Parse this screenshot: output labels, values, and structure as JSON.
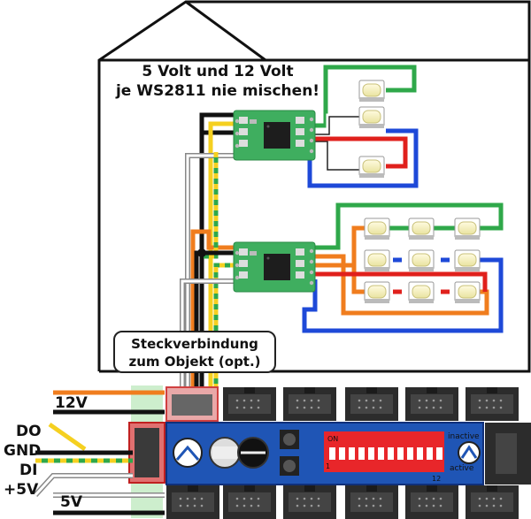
{
  "warning_note": {
    "line1": "5 Volt und 12 Volt",
    "line2": "je WS2811 nie mischen!"
  },
  "connector_callout": {
    "line1": "Steckverbindung",
    "line2": "zum Objekt (opt.)"
  },
  "power_labels": {
    "v12": "12V",
    "v5": "5V"
  },
  "signal_labels": {
    "do": "DO",
    "gnd": "GND",
    "di": "DI",
    "plus5v": "+5V"
  },
  "board_silk": {
    "on": "ON",
    "one": "1",
    "twelve": "12",
    "inactive": "inactive",
    "active": "active"
  },
  "colors": {
    "board_blue": "#1f55b5",
    "connector_dark": "#3a3a3a",
    "connector_highlight": "#e07070",
    "dip_red": "#e8262a",
    "wire_green": "#2fa84a",
    "wire_red": "#e0201c",
    "wire_blue": "#1e49d8",
    "wire_orange": "#f07d1e",
    "wire_yellow": "#f5d020",
    "wire_black": "#111111",
    "led_chip_green": "#3aaa5a",
    "led_yellow": "#f5f0a0"
  },
  "icons": [
    "led-icon",
    "ws2811-chip-icon",
    "capacitor-icon",
    "pushbutton-icon",
    "dip-switch-icon",
    "pin-header-icon"
  ]
}
